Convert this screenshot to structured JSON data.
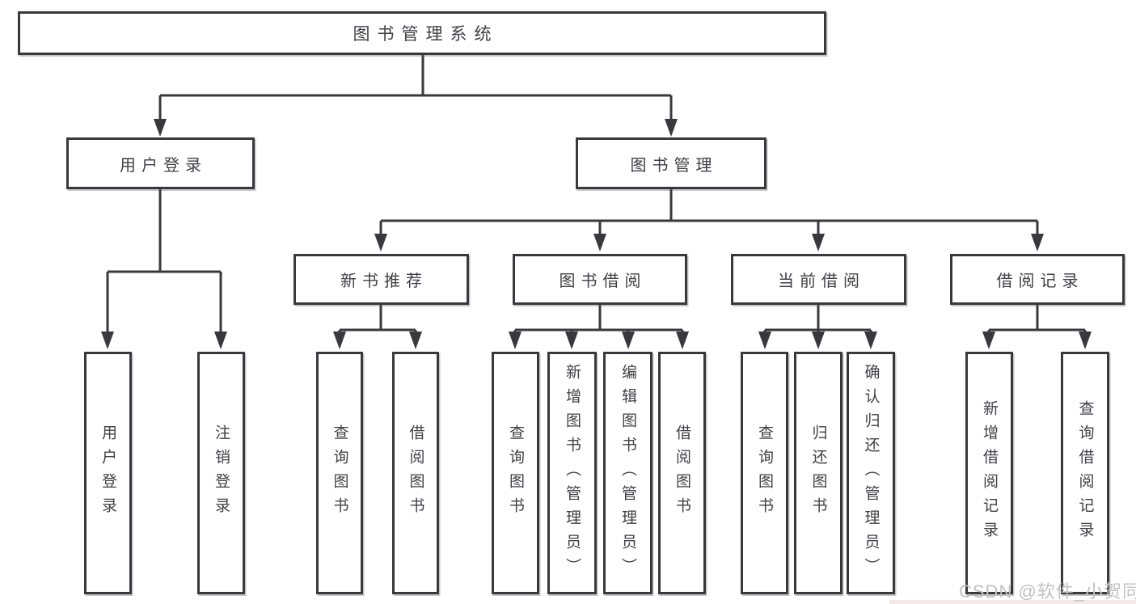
{
  "nodes": {
    "root": "图书管理系统",
    "level2": [
      "用户登录",
      "图书管理"
    ],
    "level3": [
      "新书推荐",
      "图书借阅",
      "当前借阅",
      "借阅记录"
    ],
    "leaves": [
      "用户登录",
      "注销登录",
      "查询图书",
      "借阅图书",
      "查询图书",
      "新增图书（管理员）",
      "编辑图书（管理员）",
      "借阅图书",
      "查询图书",
      "归还图书",
      "确认归还（管理员）",
      "新增借阅记录",
      "查询借阅记录"
    ]
  },
  "hierarchy": {
    "图书管理系统": [
      "用户登录",
      "图书管理"
    ],
    "用户登录": [
      "用户登录",
      "注销登录"
    ],
    "图书管理": [
      "新书推荐",
      "图书借阅",
      "当前借阅",
      "借阅记录"
    ],
    "新书推荐": [
      "查询图书",
      "借阅图书"
    ],
    "图书借阅": [
      "查询图书",
      "新增图书（管理员）",
      "编辑图书（管理员）",
      "借阅图书"
    ],
    "当前借阅": [
      "查询图书",
      "归还图书",
      "确认归还（管理员）"
    ],
    "借阅记录": [
      "新增借阅记录",
      "查询借阅记录"
    ]
  },
  "watermark": "CSDN @软件_小贺同学",
  "colors": {
    "line": "#39393d",
    "box_border": "#39393d",
    "box_bg": "#ffffff",
    "text": "#404046",
    "watermark_text": "#c2c2c2"
  }
}
